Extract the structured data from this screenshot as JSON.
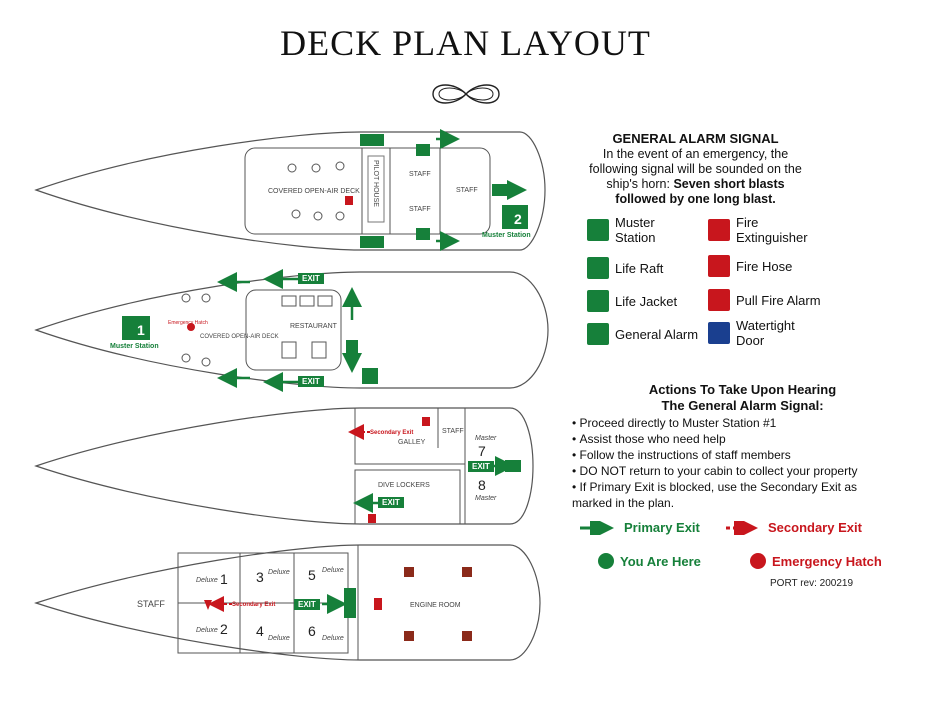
{
  "title": "DECK PLAN LAYOUT",
  "colors": {
    "green": "#16803a",
    "red": "#c8161d",
    "line": "#444444"
  },
  "decks": {
    "d1": {
      "covered": "COVERED OPEN-AIR DECK",
      "pilot": "PILOT HOUSE",
      "staff_a": "STAFF",
      "staff_b": "STAFF",
      "staff_c": "STAFF",
      "muster2_num": "2",
      "muster2_label": "Muster Station"
    },
    "d2": {
      "exit_top": "EXIT",
      "exit_bottom": "EXIT",
      "muster1_num": "1",
      "muster1_label": "Muster Station",
      "hatch": "Emergency Hatch",
      "covered": "COVERED OPEN-AIR DECK",
      "restaurant": "RESTAURANT"
    },
    "d3": {
      "secondary": "Secondary Exit",
      "galley": "GALLEY",
      "staff": "STAFF",
      "master7": "Master",
      "num7": "7",
      "master8": "Master",
      "num8": "8",
      "exit_right": "EXIT",
      "dive": "DIVE LOCKERS",
      "exit_mid": "EXIT"
    },
    "d4": {
      "staff": "STAFF",
      "deluxe1": "Deluxe",
      "n1": "1",
      "deluxe3": "Deluxe",
      "n3": "3",
      "deluxe5": "Deluxe",
      "n5": "5",
      "deluxe2": "Deluxe",
      "n2": "2",
      "deluxe4": "Deluxe",
      "n4": "4",
      "deluxe6": "Deluxe",
      "n6": "6",
      "secondary": "Secondary Exit",
      "exit": "EXIT",
      "engine": "ENGINE ROOM"
    }
  },
  "alarm": {
    "heading": "GENERAL ALARM SIGNAL",
    "text": "In the event of an emergency, the following signal will be sounded on the ship's horn:",
    "bold": "Seven short blasts followed by one long blast."
  },
  "legend": [
    {
      "label": "Muster Station",
      "icon": "muster-station-icon",
      "color": "#16803a"
    },
    {
      "label": "Fire Extinguisher",
      "icon": "fire-extinguisher-icon",
      "color": "#c8161d"
    },
    {
      "label": "Life Raft",
      "icon": "life-raft-icon",
      "color": "#16803a"
    },
    {
      "label": "Fire Hose",
      "icon": "fire-hose-icon",
      "color": "#c8161d"
    },
    {
      "label": "Life Jacket",
      "icon": "life-jacket-icon",
      "color": "#16803a"
    },
    {
      "label": "Pull Fire Alarm",
      "icon": "pull-fire-alarm-icon",
      "color": "#c8161d"
    },
    {
      "label": "General Alarm",
      "icon": "general-alarm-icon",
      "color": "#16803a"
    },
    {
      "label": "Watertight Door",
      "icon": "watertight-door-icon",
      "color": "#1a3f8f"
    }
  ],
  "actions": {
    "heading1": "Actions To Take Upon Hearing",
    "heading2": "The General Alarm Signal:",
    "items": [
      "Proceed directly to Muster Station #1",
      "Assist those who need help",
      "Follow the instructions of staff members",
      "DO NOT return to your cabin to collect your property",
      "If Primary Exit is blocked, use the Secondary Exit as marked in the plan."
    ]
  },
  "key": {
    "primary": "Primary Exit",
    "secondary": "Secondary Exit",
    "here": "You Are Here",
    "hatch": "Emergency Hatch"
  },
  "revision": "PORT rev: 200219"
}
